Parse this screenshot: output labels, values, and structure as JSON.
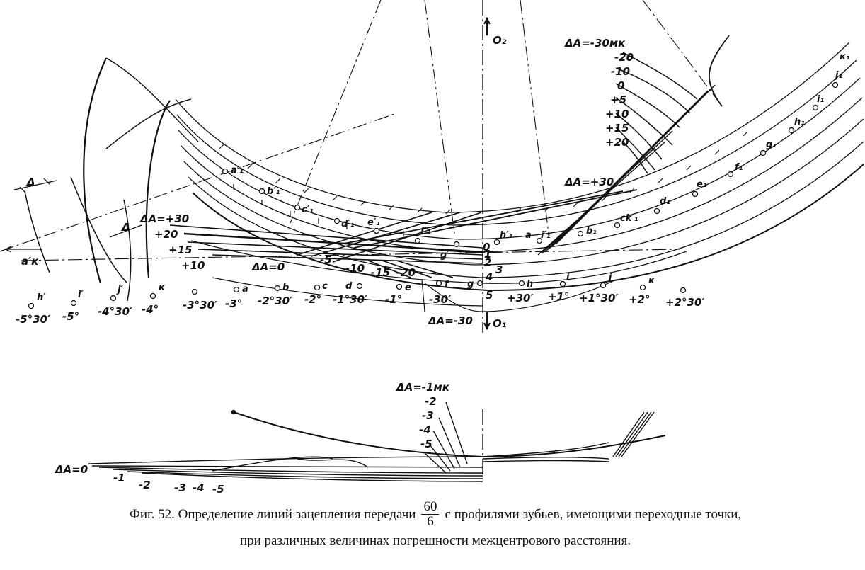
{
  "figure": {
    "upper_labels": {
      "da_title": "ΔA=-30мк",
      "right_ladder": [
        "-20",
        "-10",
        "0",
        "+5",
        "+10",
        "+15",
        "+20"
      ],
      "da_plus30_right": "ΔA=+30",
      "da_plus30_left": "ΔA=+30",
      "left_ladder": [
        "+20",
        "+15",
        "+10"
      ],
      "da_zero": "ΔA=0",
      "da_minus30_bottom": "ΔA=-30",
      "bottom_ladder": [
        "-5",
        "-10",
        "-15",
        "-20"
      ],
      "axis_o2": "O₂",
      "axis_o1": "O₁",
      "delta_top": "Δ",
      "delta_mid": "Δ",
      "ak_prime": "a′к",
      "center_numbers": [
        "0",
        "1",
        "2",
        "3",
        "4",
        "5"
      ],
      "curve_points": [
        "a′₁",
        "b′₁",
        "c′₁",
        "d′₁",
        "e′₁",
        "f′₁",
        "g′",
        "h′₁",
        "a",
        "i′₁",
        "b₁",
        "ck′₁",
        "d₁",
        "e₁",
        "f₁",
        "g₁",
        "h₁",
        "i₁",
        "j₁",
        "к₁"
      ],
      "angle_points": [
        "h′",
        "i′",
        "j′",
        "к",
        "",
        "a",
        "b",
        "c",
        "d",
        "e",
        "f",
        "g",
        "h",
        "i",
        "j",
        "к",
        ""
      ],
      "angles": [
        "-5°30′",
        "-5°",
        "-4°30′",
        "-4°",
        "-3°30′",
        "-3°",
        "-2°30′",
        "-2°",
        "-1°30′",
        "-1°",
        "-30′",
        "",
        "+30′",
        "+1°",
        "+1°30′",
        "+2°",
        "+2°30′"
      ]
    },
    "lower_labels": {
      "da_title": "ΔA=-1мк",
      "ladder": [
        "-2",
        "-3",
        "-4",
        "-5"
      ],
      "da_zero": "ΔA=0",
      "bottom": [
        "-1",
        "-2",
        "-3",
        "-4",
        "-5"
      ]
    }
  },
  "caption": {
    "before_fraction": "Фиг. 52. Определение линий зацепления передачи",
    "fraction_numerator": "60",
    "fraction_denominator": "6",
    "after_fraction": "с профилями зубьев, имеющими переходные точки,",
    "line2": "при различных величинах погрешности межцентрового расстояния."
  }
}
